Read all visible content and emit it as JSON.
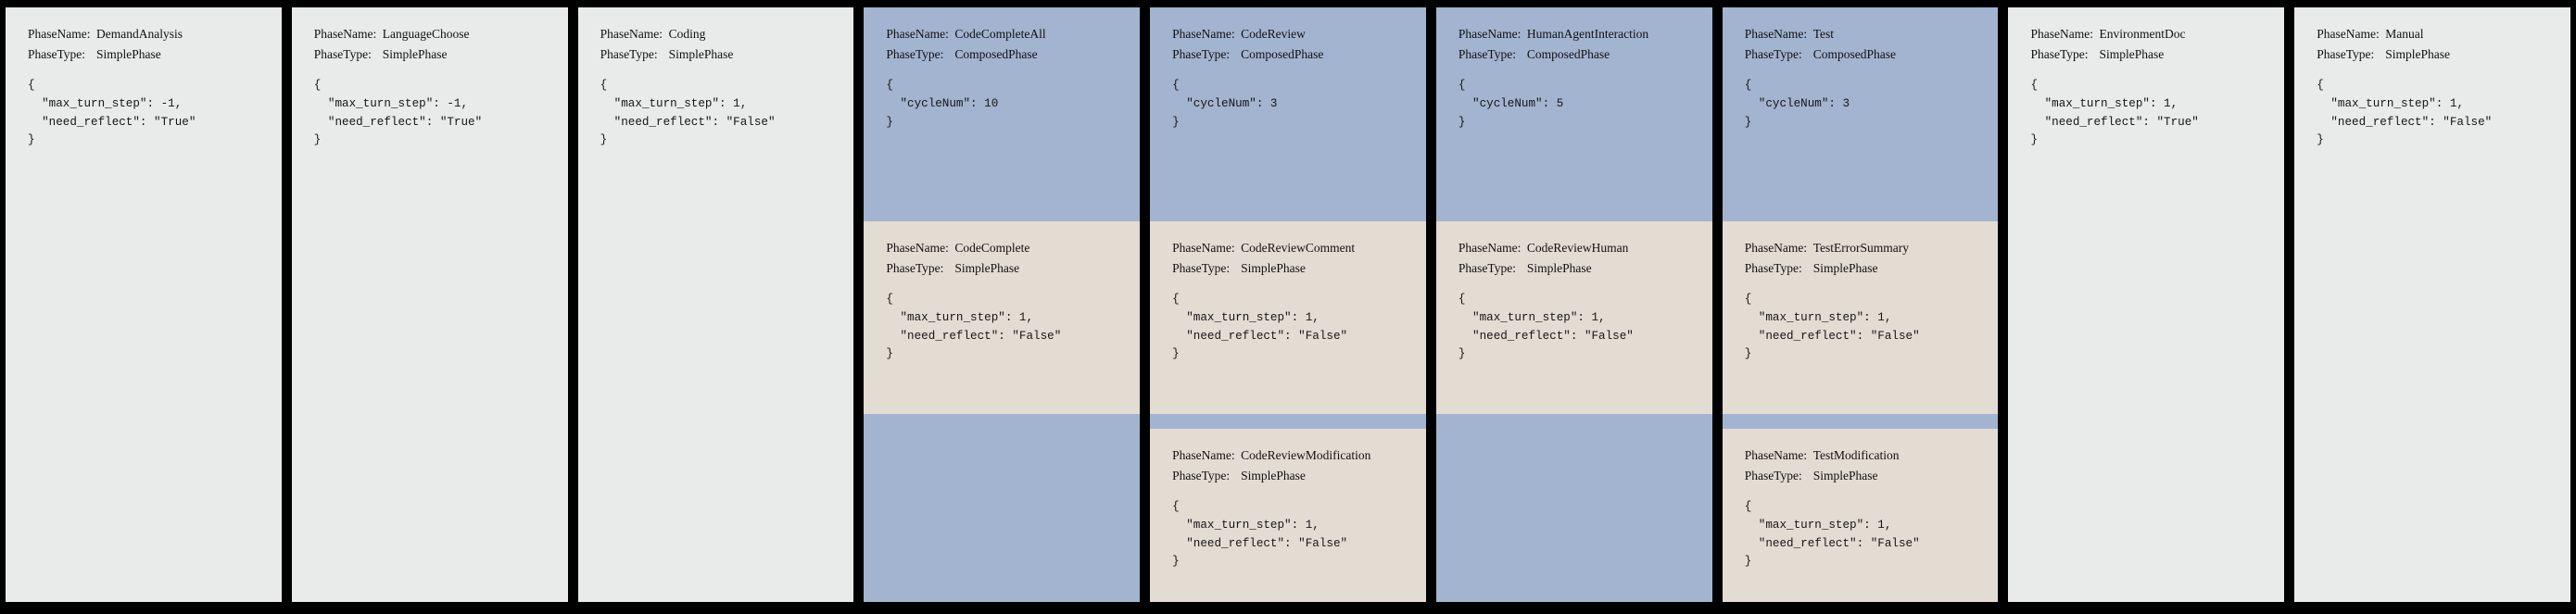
{
  "meta": {
    "labels": {
      "phase_name": "PhaseName:",
      "phase_type": "PhaseType:"
    },
    "colors": {
      "background": "#000000",
      "simple_phase": "#e8ebea",
      "composed_phase": "#a3b4d0",
      "sub_phase": "#e3dcd3",
      "text": "#101010"
    }
  },
  "columns": [
    {
      "id": "demand-analysis",
      "kind": "simple",
      "root": {
        "phase_name": "DemandAnalysis",
        "phase_type": "SimplePhase",
        "config": "{\n  \"max_turn_step\": -1,\n  \"need_reflect\": \"True\"\n}"
      },
      "subphases": []
    },
    {
      "id": "language-choose",
      "kind": "simple",
      "root": {
        "phase_name": "LanguageChoose",
        "phase_type": "SimplePhase",
        "config": "{\n  \"max_turn_step\": -1,\n  \"need_reflect\": \"True\"\n}"
      },
      "subphases": []
    },
    {
      "id": "coding",
      "kind": "simple",
      "root": {
        "phase_name": "Coding",
        "phase_type": "SimplePhase",
        "config": "{\n  \"max_turn_step\": 1,\n  \"need_reflect\": \"False\"\n}"
      },
      "subphases": []
    },
    {
      "id": "code-complete-all",
      "kind": "composed",
      "root": {
        "phase_name": "CodeCompleteAll",
        "phase_type": "ComposedPhase",
        "config": "{\n  \"cycleNum\": 10\n}"
      },
      "subphases": [
        {
          "phase_name": "CodeComplete",
          "phase_type": "SimplePhase",
          "config": "{\n  \"max_turn_step\": 1,\n  \"need_reflect\": \"False\"\n}"
        }
      ]
    },
    {
      "id": "code-review",
      "kind": "composed",
      "root": {
        "phase_name": "CodeReview",
        "phase_type": "ComposedPhase",
        "config": "{\n  \"cycleNum\": 3\n}"
      },
      "subphases": [
        {
          "phase_name": "CodeReviewComment",
          "phase_type": "SimplePhase",
          "config": "{\n  \"max_turn_step\": 1,\n  \"need_reflect\": \"False\"\n}"
        },
        {
          "phase_name": "CodeReviewModification",
          "phase_type": "SimplePhase",
          "config": "{\n  \"max_turn_step\": 1,\n  \"need_reflect\": \"False\"\n}"
        }
      ]
    },
    {
      "id": "human-agent-interaction",
      "kind": "composed",
      "root": {
        "phase_name": "HumanAgentInteraction",
        "phase_type": "ComposedPhase",
        "config": "{\n  \"cycleNum\": 5\n}"
      },
      "subphases": [
        {
          "phase_name": "CodeReviewHuman",
          "phase_type": "SimplePhase",
          "config": "{\n  \"max_turn_step\": 1,\n  \"need_reflect\": \"False\"\n}"
        }
      ]
    },
    {
      "id": "test",
      "kind": "composed",
      "root": {
        "phase_name": "Test",
        "phase_type": "ComposedPhase",
        "config": "{\n  \"cycleNum\": 3\n}"
      },
      "subphases": [
        {
          "phase_name": "TestErrorSummary",
          "phase_type": "SimplePhase",
          "config": "{\n  \"max_turn_step\": 1,\n  \"need_reflect\": \"False\"\n}"
        },
        {
          "phase_name": "TestModification",
          "phase_type": "SimplePhase",
          "config": "{\n  \"max_turn_step\": 1,\n  \"need_reflect\": \"False\"\n}"
        }
      ]
    },
    {
      "id": "environment-doc",
      "kind": "simple",
      "root": {
        "phase_name": "EnvironmentDoc",
        "phase_type": "SimplePhase",
        "config": "{\n  \"max_turn_step\": 1,\n  \"need_reflect\": \"True\"\n}"
      },
      "subphases": []
    },
    {
      "id": "manual",
      "kind": "simple",
      "root": {
        "phase_name": "Manual",
        "phase_type": "SimplePhase",
        "config": "{\n  \"max_turn_step\": 1,\n  \"need_reflect\": \"False\"\n}"
      },
      "subphases": []
    }
  ]
}
